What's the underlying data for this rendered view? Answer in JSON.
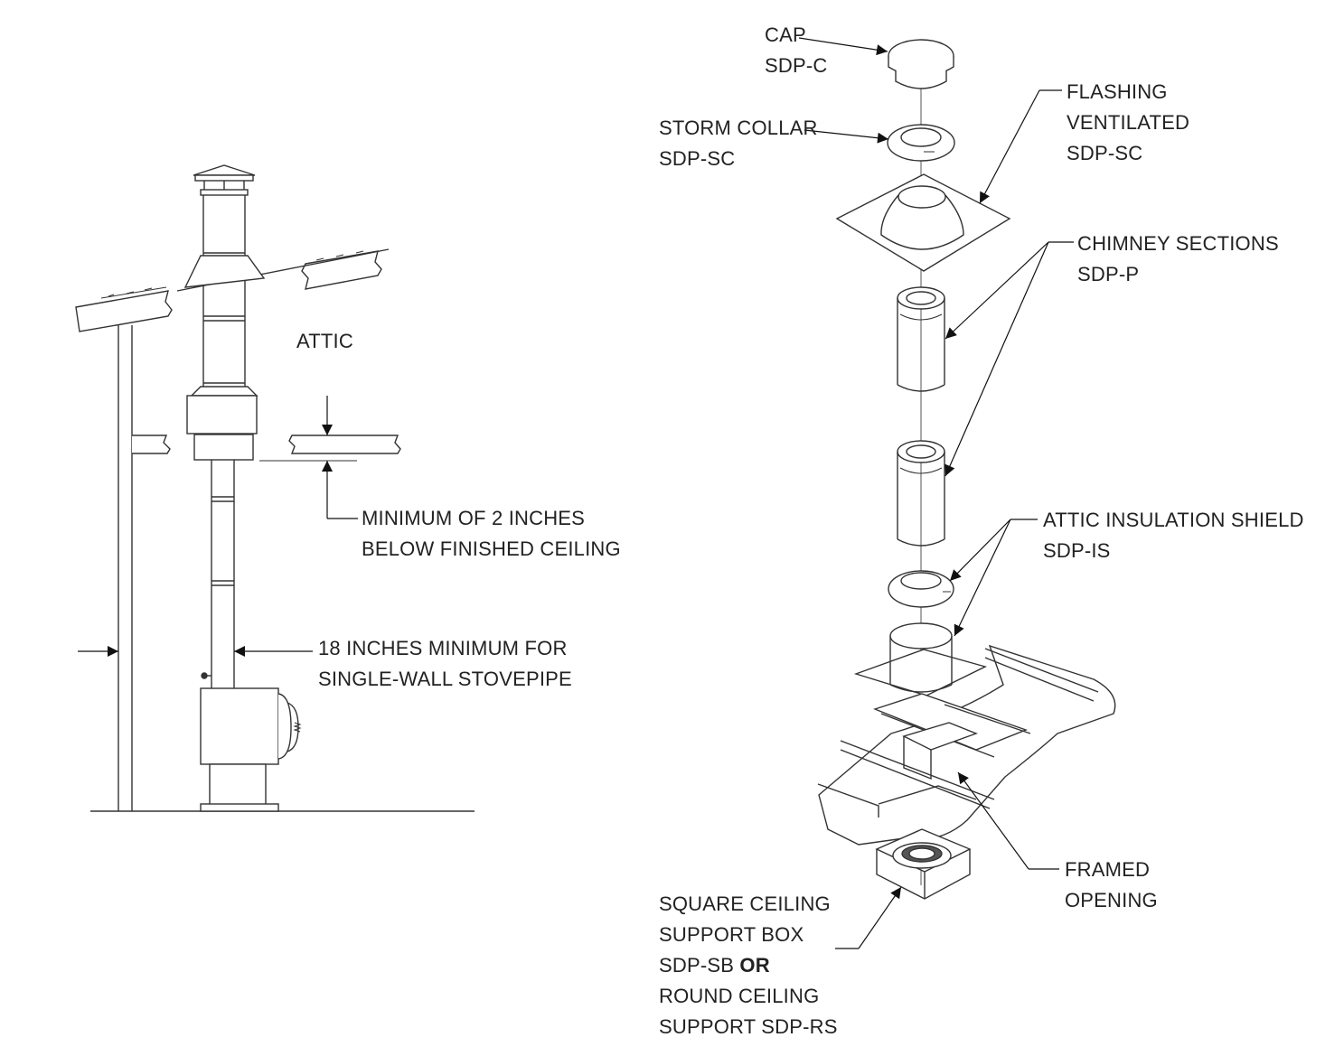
{
  "left_diagram": {
    "attic": "ATTIC",
    "min_2in": [
      "MINIMUM OF 2 INCHES",
      "BELOW FINISHED CEILING"
    ],
    "min_18in": [
      "18 INCHES MINIMUM FOR",
      "SINGLE-WALL STOVEPIPE"
    ]
  },
  "right_diagram": {
    "cap": [
      "CAP",
      "SDP-C"
    ],
    "storm_collar": [
      "STORM COLLAR",
      "SDP-SC"
    ],
    "flashing": [
      "FLASHING",
      "VENTILATED",
      "SDP-SC"
    ],
    "chimney_sections": [
      "CHIMNEY SECTIONS",
      "SDP-P"
    ],
    "attic_insulation_shield": [
      "ATTIC INSULATION SHIELD",
      "SDP-IS"
    ],
    "framed_opening": [
      "FRAMED",
      "OPENING"
    ],
    "support": {
      "line1": "SQUARE CEILING",
      "line2": "SUPPORT BOX",
      "line3_code": "SDP-SB",
      "line3_bold": "OR",
      "line4": "ROUND CEILING",
      "line5": "SUPPORT SDP-RS"
    }
  }
}
